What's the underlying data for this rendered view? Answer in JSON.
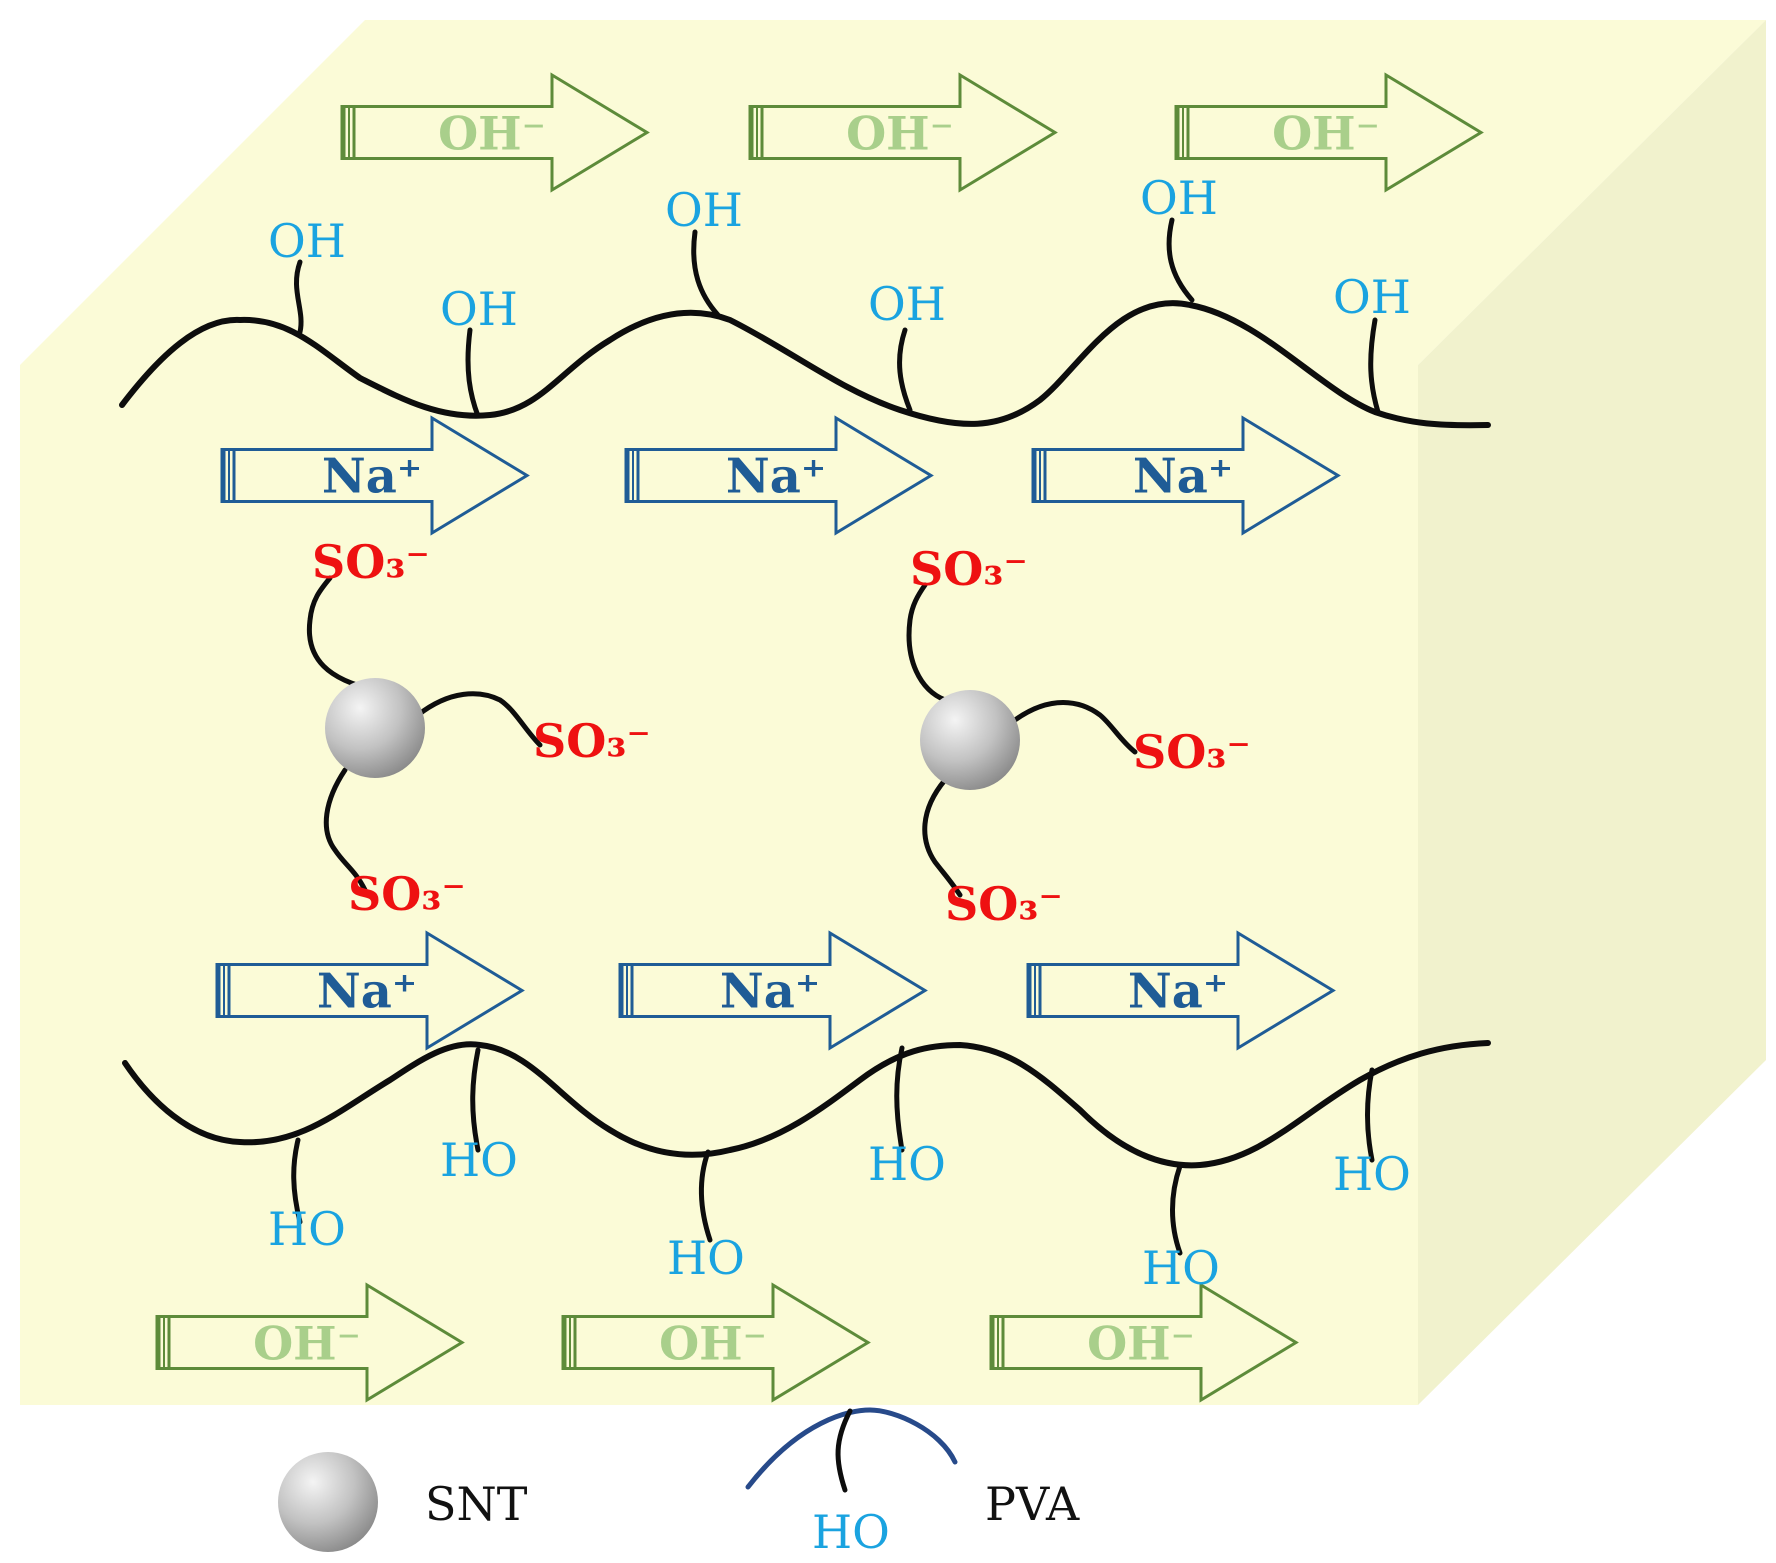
{
  "colors": {
    "membrane_front": "#fbfbd7",
    "membrane_top": "#fbfbd7",
    "membrane_side": "#f1f2cd",
    "polymer_chain": "#0d0d0d",
    "hydroxyl_text": "#1aa3e0",
    "sodium_arrow": "#1f5c96",
    "hydroxide_arrow": "#5d8b3a",
    "hydroxide_text": "#a9cf8b",
    "sulfonate_text": "#ee1111",
    "legend_pva_curve": "#274a8a"
  },
  "labels": {
    "top_hydroxyls": [
      "OH",
      "OH",
      "OH",
      "OH",
      "OH",
      "OH"
    ],
    "bottom_hydroxyls": [
      "HO",
      "HO",
      "HO",
      "HO",
      "HO",
      "HO"
    ],
    "sodium_upper": [
      "Na⁺",
      "Na⁺",
      "Na⁺"
    ],
    "sodium_lower": [
      "Na⁺",
      "Na⁺",
      "Na⁺"
    ],
    "hydroxide_top": [
      "OH⁻",
      "OH⁻",
      "OH⁻"
    ],
    "hydroxide_bottom": [
      "OH⁻",
      "OH⁻",
      "OH⁻"
    ],
    "sulfonate_left": [
      "SO₃⁻",
      "SO₃⁻",
      "SO₃⁻"
    ],
    "sulfonate_right": [
      "SO₃⁻",
      "SO₃⁻",
      "SO₃⁻"
    ]
  },
  "legend": {
    "snt_label": "SNT",
    "pva_label": "PVA",
    "pva_group": "HO"
  }
}
